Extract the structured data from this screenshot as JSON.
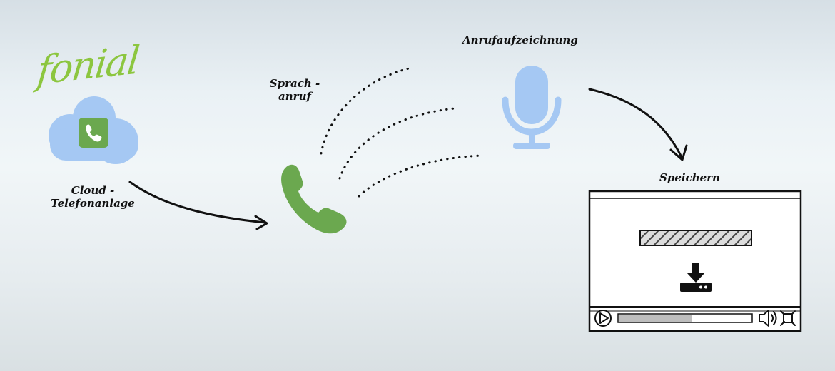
{
  "brand": {
    "logo_text": "fonial"
  },
  "labels": {
    "cloud_line1": "Cloud -",
    "cloud_line2": "Telefonanlage",
    "voice_line1": "Sprach -",
    "voice_line2": "anruf",
    "recording": "Anrufaufzeichnung",
    "save": "Speichern"
  },
  "colors": {
    "brand_green": "#8cc63f",
    "phone_green": "#6ba84f",
    "cloud_blue": "#a5c8f3",
    "mic_blue": "#a5c8f3",
    "ink": "#111111"
  },
  "player": {
    "download_progress": 1.0,
    "playback_progress": 0.55
  }
}
